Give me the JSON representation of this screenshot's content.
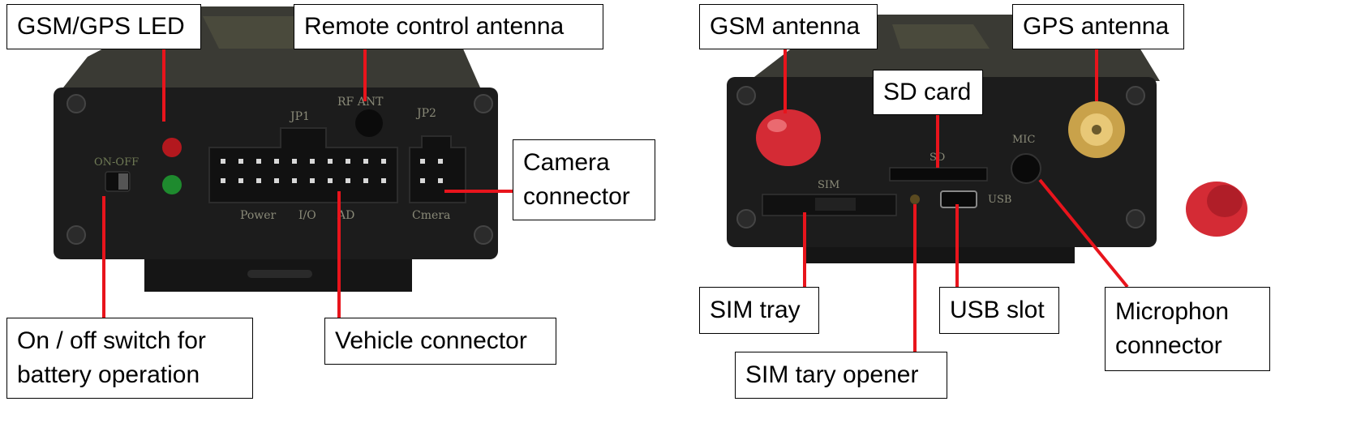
{
  "colors": {
    "leader": "#e8141c",
    "device_body": "#1c1c1c",
    "device_top": "#3a3a34",
    "connector": "#111111",
    "cap_red": "#d42b35",
    "gps_gold": "#c9a24a",
    "silkscreen": "#8a8a78"
  },
  "left_device": {
    "silkscreen": {
      "on_off": "ON-OFF",
      "jp1": "JP1",
      "jp2": "JP2",
      "rf_ant": "RF ANT",
      "power": "Power",
      "io": "I/O",
      "ad": "AD",
      "cmera": "Cmera"
    },
    "labels": {
      "gsm_gps_led": "GSM/GPS LED",
      "remote_control_antenna": "Remote control antenna",
      "camera_connector": "Camera\nconnector",
      "on_off_switch": "On / off switch for\nbattery operation",
      "vehicle_connector": "Vehicle connector"
    }
  },
  "right_device": {
    "silkscreen": {
      "sd": "SD",
      "mic": "MIC",
      "usb": "USB",
      "sim": "SIM"
    },
    "labels": {
      "gsm_antenna": "GSM antenna",
      "gps_antenna": "GPS antenna",
      "sd_card": "SD card",
      "sim_tray": "SIM tray",
      "usb_slot": "USB slot",
      "microphone_connector": "Microphon\nconnector",
      "sim_tray_opener": "SIM tary opener"
    }
  }
}
